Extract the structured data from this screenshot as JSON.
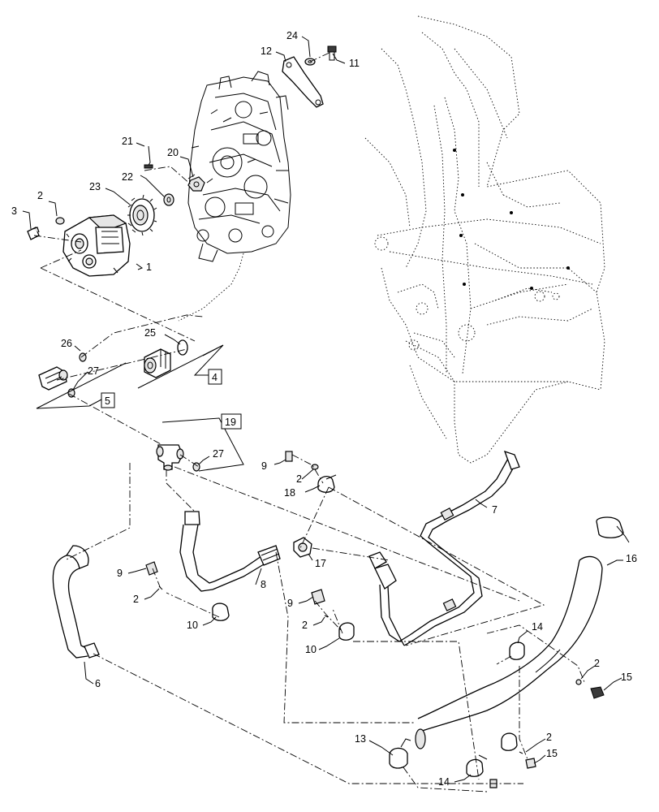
{
  "callouts": [
    {
      "num": "1"
    },
    {
      "num": "2"
    },
    {
      "num": "3"
    },
    {
      "num": "20"
    },
    {
      "num": "21"
    },
    {
      "num": "22"
    },
    {
      "num": "23"
    },
    {
      "num": "24"
    },
    {
      "num": "12"
    },
    {
      "num": "11"
    },
    {
      "num": "26"
    },
    {
      "num": "25"
    },
    {
      "num": "27"
    },
    {
      "num": "27"
    },
    {
      "num": "9"
    },
    {
      "num": "2"
    },
    {
      "num": "18"
    },
    {
      "num": "7"
    },
    {
      "num": "17"
    },
    {
      "num": "9"
    },
    {
      "num": "2"
    },
    {
      "num": "8"
    },
    {
      "num": "10"
    },
    {
      "num": "9"
    },
    {
      "num": "2"
    },
    {
      "num": "10"
    },
    {
      "num": "6"
    },
    {
      "num": "16"
    },
    {
      "num": "14"
    },
    {
      "num": "2"
    },
    {
      "num": "15"
    },
    {
      "num": "13"
    },
    {
      "num": "2"
    },
    {
      "num": "15"
    },
    {
      "num": "14"
    }
  ],
  "boxed_callouts": [
    {
      "num": "4"
    },
    {
      "num": "5"
    },
    {
      "num": "19"
    }
  ]
}
